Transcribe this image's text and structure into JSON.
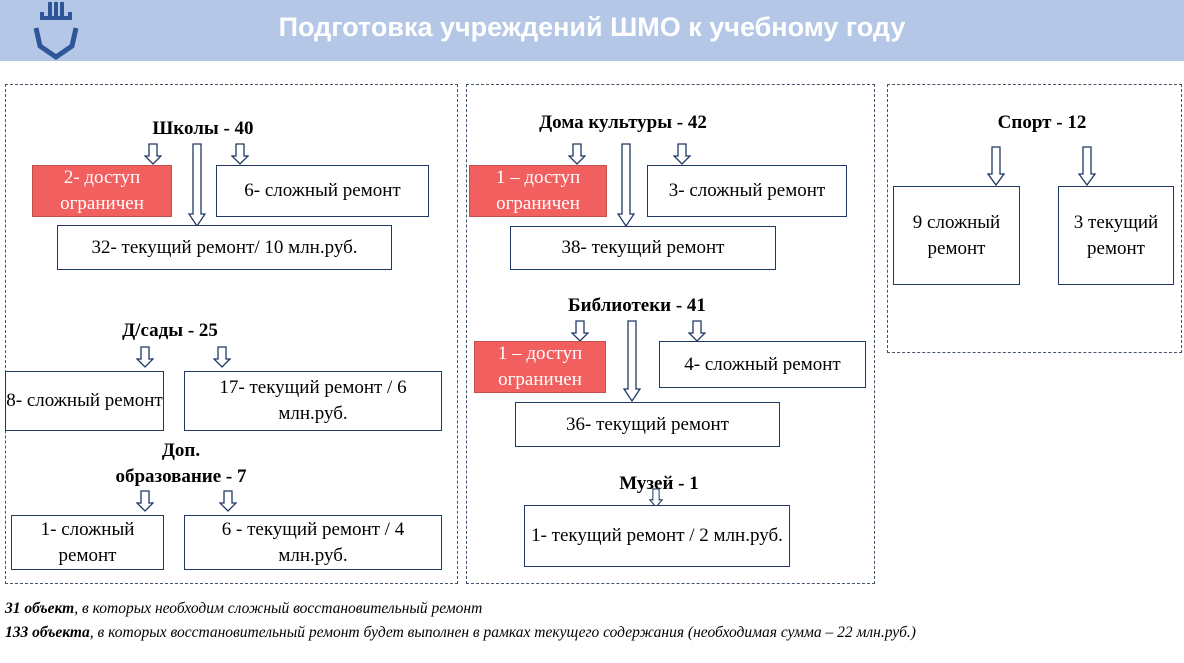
{
  "header": {
    "title": "Подготовка учреждений ШМО к учебному году"
  },
  "schools": {
    "heading": "Школы - 40",
    "restricted": "2- доступ ограничен",
    "complex": "6- сложный ремонт",
    "current": "32- текущий ремонт/ 10 млн.руб."
  },
  "kindergartens": {
    "heading": "Д/сады - 25",
    "complex": "8- сложный ремонт",
    "current": "17- текущий ремонт / 6 млн.руб."
  },
  "extra_edu": {
    "heading_line1": "Доп.",
    "heading_line2": "образование - 7",
    "complex": "1- сложный ремонт",
    "current": "6 - текущий ремонт / 4 млн.руб."
  },
  "culture": {
    "heading": "Дома культуры - 42",
    "restricted": "1 – доступ ограничен",
    "complex": "3- сложный ремонт",
    "current": "38- текущий ремонт"
  },
  "libraries": {
    "heading": "Библиотеки - 41",
    "restricted": "1 – доступ ограничен",
    "complex": "4- сложный ремонт",
    "current": "36- текущий ремонт"
  },
  "museum": {
    "heading": "Музей - 1",
    "current": "1- текущий ремонт / 2 млн.руб."
  },
  "sport": {
    "heading": "Спорт - 12",
    "complex": "9 сложный ремонт",
    "current": "3 текущий ремонт"
  },
  "footer": {
    "line1_bold": "31 объект",
    "line1_rest": ", в которых необходим сложный восстановительный ремонт",
    "line2_bold": "133 объекта",
    "line2_rest": ", в которых восстановительный ремонт будет выполнен в рамках текущего содержания (необходимая сумма – 22 млн.руб.)"
  }
}
